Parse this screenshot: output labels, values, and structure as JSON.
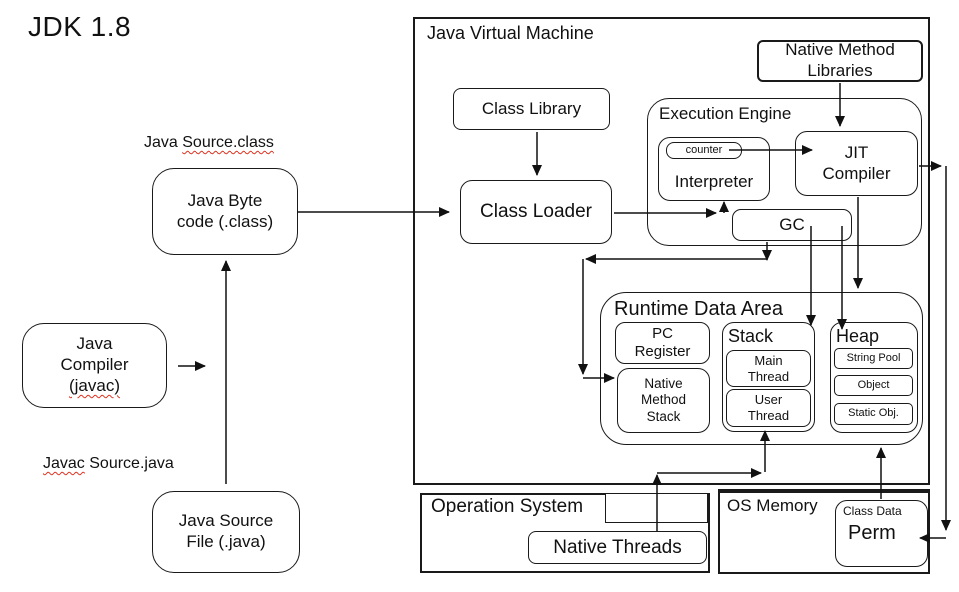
{
  "title": "JDK 1.8",
  "colors": {
    "line": "#1a1a1a",
    "spellcheck_underline": "#e0301e"
  },
  "left_flow": {
    "source_class_label": {
      "prefix": "Java ",
      "wavy": "Source.class"
    },
    "java_byte_code": "Java Byte\ncode (.class)",
    "compiler": {
      "line1": "Java",
      "line2": "Compiler",
      "line3_wavy": "(javac)"
    },
    "javac_source_label": {
      "wavy": "Javac",
      "suffix": " Source.java"
    },
    "java_source_file": "Java Source\nFile (.java)"
  },
  "jvm": {
    "label": "Java Virtual Machine",
    "class_library": "Class Library",
    "class_loader": "Class Loader",
    "native_method_libraries": "Native Method\nLibraries",
    "execution_engine": {
      "label": "Execution Engine",
      "counter": "counter",
      "interpreter": "Interpreter",
      "jit_compiler": "JIT\nCompiler",
      "gc": "GC"
    },
    "runtime_data_area": {
      "label": "Runtime Data Area",
      "pc_register": "PC\nRegister",
      "native_method_stack": "Native\nMethod\nStack",
      "stack": {
        "label": "Stack",
        "main_thread": "Main\nThread",
        "user_thread": "User\nThread"
      },
      "heap": {
        "label": "Heap",
        "string_pool": "String Pool",
        "object": "Object",
        "static_obj": "Static Obj."
      }
    }
  },
  "os": {
    "operation_system": "Operation System",
    "native_threads": "Native Threads",
    "os_memory": "OS Memory",
    "class_data": "Class Data",
    "perm": "Perm"
  }
}
